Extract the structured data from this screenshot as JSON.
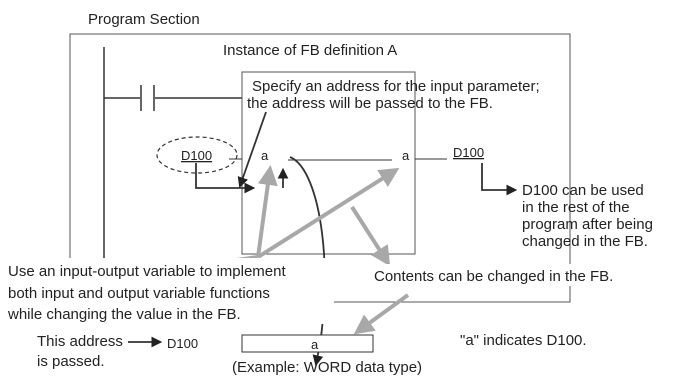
{
  "title": "Program Section",
  "instance_label": "Instance of FB definition A",
  "callout_input_param": {
    "line1": "Specify an address for the input parameter;",
    "line2": "the address will be passed to the FB."
  },
  "input_address": "D100",
  "fb_input_var": "a",
  "fb_output_var": "a",
  "output_address": "D100",
  "callout_output": {
    "line1": "D100 can be used",
    "line2": "in the rest of the",
    "line3": "program after being",
    "line4": "changed in the FB."
  },
  "callout_inout": {
    "line1": "Use an input-output variable to implement",
    "line2": "both input and output variable functions",
    "line3": "while changing the value in the FB."
  },
  "callout_contents": "Contents can be changed in the FB.",
  "bottom": {
    "address_passed_line1": "This address",
    "address_passed_line2": "is passed.",
    "address": "D100",
    "var_cell": "a",
    "example": "(Example: WORD data type)",
    "indicates": "\"a\" indicates D100."
  },
  "colors": {
    "line": "#333333",
    "gray_arrow": "#a8a8a8",
    "frame": "#555555"
  }
}
